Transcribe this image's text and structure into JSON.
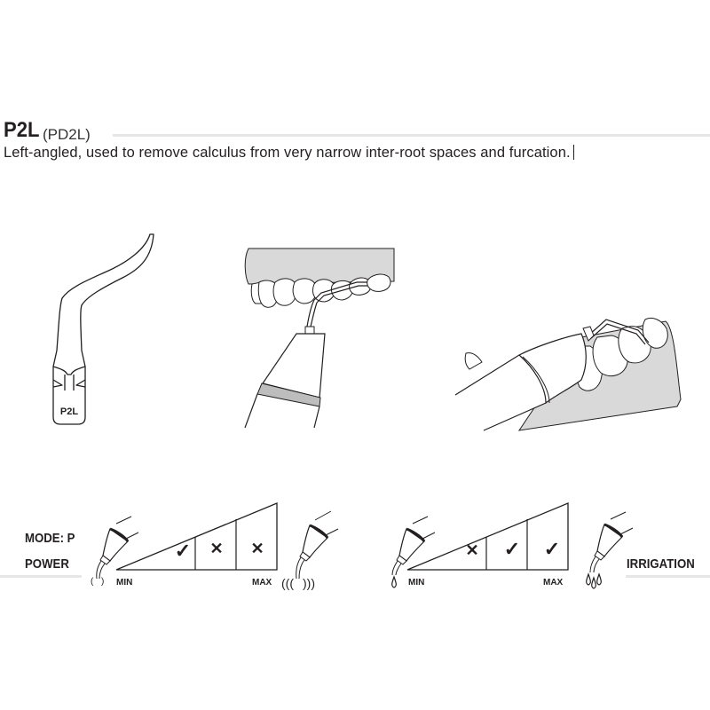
{
  "header": {
    "model_code": "P2L",
    "model_alt": "(PD2L)",
    "description": "Left-angled, used to remove calculus from very narrow inter-root spaces and furcation."
  },
  "illustrations": [
    {
      "name": "tip-drawing",
      "engraved_label": "P2L"
    },
    {
      "name": "anterior-application-view"
    },
    {
      "name": "posterior-application-view"
    }
  ],
  "settings": {
    "mode_label": "MODE: P",
    "power": {
      "label": "POWER",
      "min_label": "MIN",
      "max_label": "MAX",
      "levels": [
        "check",
        "cross",
        "cross"
      ],
      "level_glyphs": [
        "✓",
        "✕",
        "✕"
      ]
    },
    "irrigation": {
      "label": "IRRIGATION",
      "min_label": "MIN",
      "max_label": "MAX",
      "levels": [
        "cross",
        "check",
        "check"
      ],
      "level_glyphs": [
        "✕",
        "✓",
        "✓"
      ]
    }
  },
  "colors": {
    "text": "#231f20",
    "rule": "#e6e6e6",
    "gum_fill": "#d9d9d9"
  }
}
